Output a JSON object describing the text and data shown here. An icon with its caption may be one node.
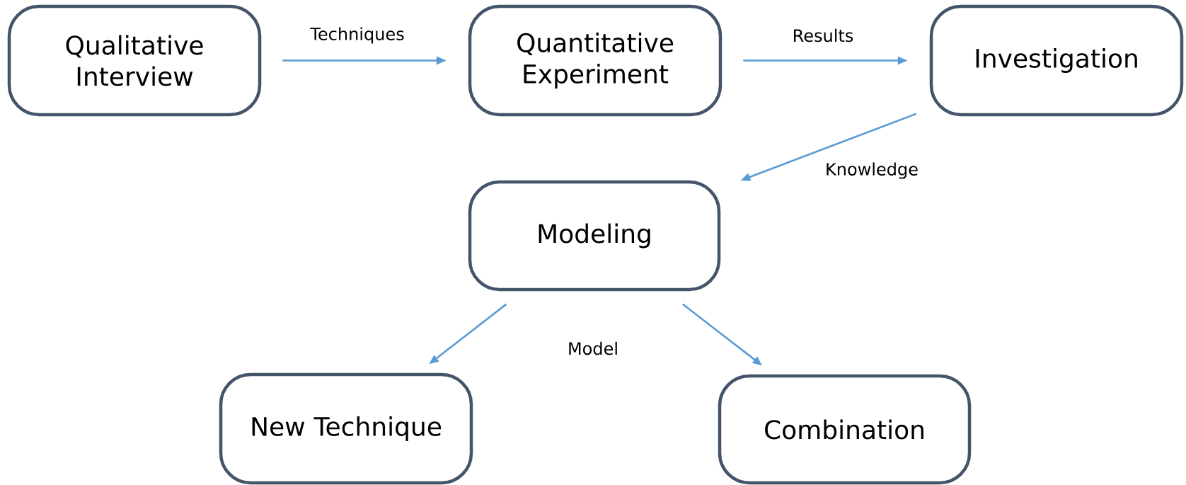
{
  "diagram": {
    "nodes": [
      {
        "text": [
          "Qualitative Interview"
        ]
      },
      {
        "text": [
          "Quantitative Experiment"
        ]
      },
      {
        "text": [
          "Investigation"
        ]
      },
      {
        "text": [
          "Modeling"
        ]
      },
      {
        "text": [
          "New Technique"
        ]
      },
      {
        "text": [
          "Combination"
        ]
      }
    ],
    "edges": [
      {
        "from": 0,
        "to": 1,
        "arrow": "to",
        "label": "Techniques"
      },
      {
        "from": 1,
        "to": 2,
        "arrow": "to",
        "label": "Results"
      },
      {
        "from": 2,
        "to": 3,
        "arrow": "to",
        "label": "Knowledge"
      },
      {
        "from": 3,
        "to": 4,
        "arrow": "to",
        "label": "Model"
      },
      {
        "from": 3,
        "to": 5,
        "arrow": "to"
      }
    ]
  }
}
